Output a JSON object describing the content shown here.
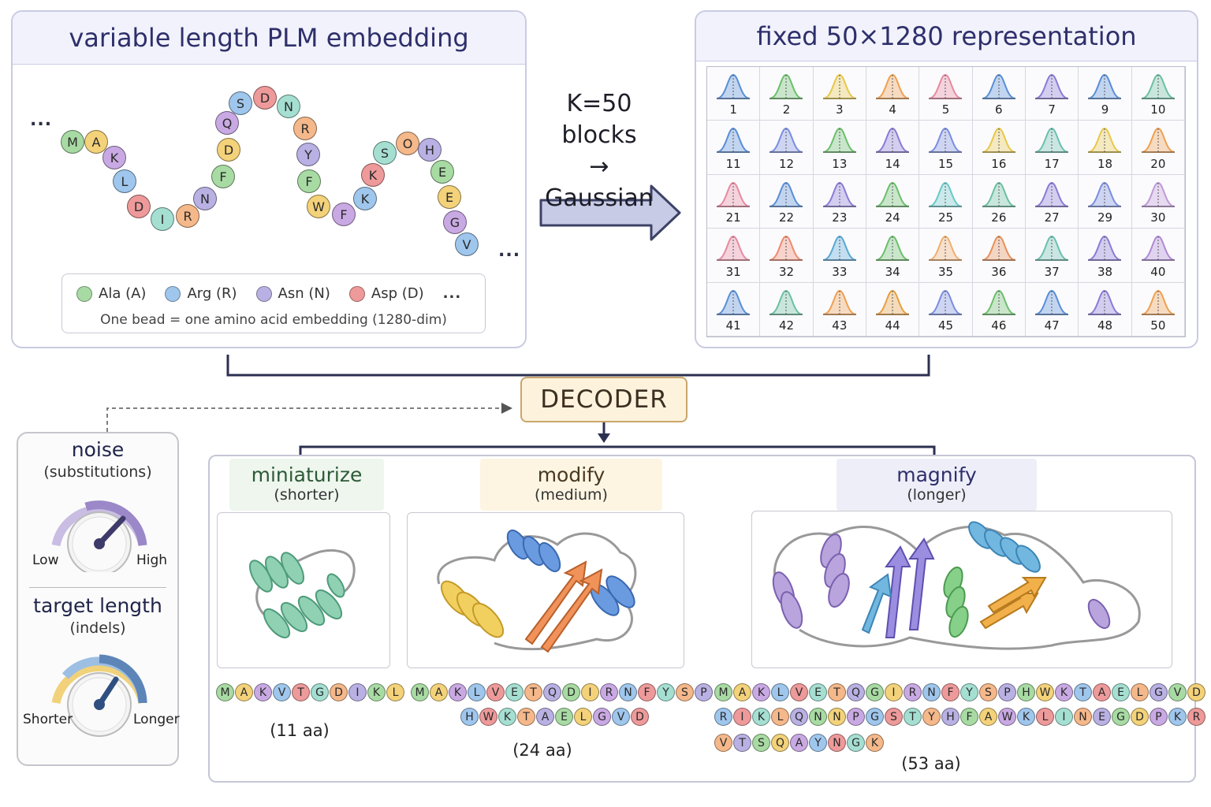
{
  "left_panel": {
    "title": "variable length  PLM embedding",
    "chain_beads": [
      "M",
      "A",
      "K",
      "L",
      "D",
      "I",
      "R",
      "N",
      "F",
      "D",
      "Q",
      "S",
      "D",
      "N",
      "R",
      "Y",
      "F",
      "W",
      "F",
      "K",
      "K",
      "S",
      "O",
      "H",
      "E",
      "E",
      "G",
      "V"
    ],
    "ellipsis_start": "...",
    "ellipsis_end": "...",
    "legend": {
      "items": [
        {
          "label": "Ala (A)",
          "color": "#a8dba3"
        },
        {
          "label": "Arg (R)",
          "color": "#9fc6ec"
        },
        {
          "label": "Asn (N)",
          "color": "#b9b1e3"
        },
        {
          "label": "Asp (D)",
          "color": "#ee9a9a"
        }
      ],
      "more": "...",
      "note": "One bead = one amino acid embedding (1280-dim)"
    }
  },
  "middle": {
    "line1": "K=50",
    "line2": "blocks",
    "line3": "→ Gaussian"
  },
  "right_panel": {
    "title": "fixed 50×1280 representation",
    "cells": [
      "1",
      "2",
      "3",
      "4",
      "5",
      "6",
      "7",
      "9",
      "10",
      "11",
      "12",
      "13",
      "14",
      "15",
      "16",
      "17",
      "18",
      "20",
      "21",
      "22",
      "23",
      "24",
      "25",
      "26",
      "27",
      "29",
      "30",
      "31",
      "32",
      "33",
      "34",
      "35",
      "36",
      "37",
      "38",
      "40",
      "41",
      "42",
      "43",
      "44",
      "45",
      "46",
      "47",
      "48",
      "50"
    ],
    "cell_colors": [
      "#5a8fd6",
      "#6cbf6c",
      "#e8c84a",
      "#f0a050",
      "#e88aa0",
      "#5a8fd6",
      "#8a7cd6",
      "#5a8fd6",
      "#6cc0a0",
      "#5a8fd6",
      "#7a8ee0",
      "#6cbf6c",
      "#8a7cd6",
      "#7a8ee0",
      "#e8c84a",
      "#6cc0b0",
      "#e8c84a",
      "#f0a050",
      "#e88aa0",
      "#5a8fd6",
      "#8a7cd6",
      "#6cbf6c",
      "#6cc8c8",
      "#6cc0a0",
      "#8a7cd6",
      "#7a8ee0",
      "#c09ad6",
      "#e88aa0",
      "#f08a70",
      "#5aa8d6",
      "#6cbf6c",
      "#f0b070",
      "#e8905a",
      "#6cc0b0",
      "#8a7cd6",
      "#b08ad6",
      "#5a8fd6",
      "#6cc0a0",
      "#f0a050",
      "#e8a040",
      "#7a8ee0",
      "#6cbf6c",
      "#5a8fd6",
      "#8a7cd6",
      "#f0a050"
    ]
  },
  "decoder": {
    "label": "DECODER"
  },
  "controls": {
    "noise_title": "noise",
    "noise_sub": "(substitutions)",
    "noise_low": "Low",
    "noise_high": "High",
    "length_title": "target length",
    "length_sub": "(indels)",
    "length_low": "Shorter",
    "length_high": "Longer"
  },
  "outputs": [
    {
      "title": "miniaturize",
      "subtitle": "(shorter)",
      "color": "#eef6ee",
      "rows": [
        [
          "M",
          "A",
          "K",
          "V",
          "T",
          "G",
          "D",
          "I",
          "K",
          "L"
        ]
      ],
      "count": "(11 aa)"
    },
    {
      "title": "modify",
      "subtitle": "(medium)",
      "color": "#fdf5e2",
      "rows": [
        [
          "M",
          "A",
          "K",
          "L",
          "V",
          "E",
          "T",
          "Q",
          "D",
          "I",
          "R",
          "N",
          "F",
          "Y",
          "S",
          "P"
        ],
        [
          "H",
          "W",
          "K",
          "T",
          "A",
          "E",
          "L",
          "G",
          "V",
          "D"
        ]
      ],
      "count": "(24 aa)"
    },
    {
      "title": "magnify",
      "subtitle": "(longer)",
      "color": "#eeeef8",
      "rows": [
        [
          "M",
          "A",
          "K",
          "L",
          "V",
          "E",
          "T",
          "Q",
          "G",
          "I",
          "R",
          "N",
          "F",
          "Y",
          "S",
          "P",
          "H",
          "W",
          "K",
          "T",
          "A",
          "E",
          "L",
          "G",
          "V",
          "D"
        ],
        [
          "R",
          "I",
          "K",
          "L",
          "Q",
          "N",
          "N",
          "P",
          "G",
          "S",
          "T",
          "Y",
          "H",
          "F",
          "A",
          "W",
          "K",
          "L",
          "I",
          "N",
          "E",
          "G",
          "D",
          "P",
          "K",
          "R"
        ],
        [
          "V",
          "T",
          "S",
          "Q",
          "A",
          "Y",
          "N",
          "G",
          "K"
        ]
      ],
      "count": "(53 aa)"
    }
  ],
  "palette": [
    "#a8dba3",
    "#f3d27a",
    "#c9a9e3",
    "#9fc6ec",
    "#ee9a9a",
    "#a5dfd2",
    "#f5b88a",
    "#b9b1e3"
  ]
}
